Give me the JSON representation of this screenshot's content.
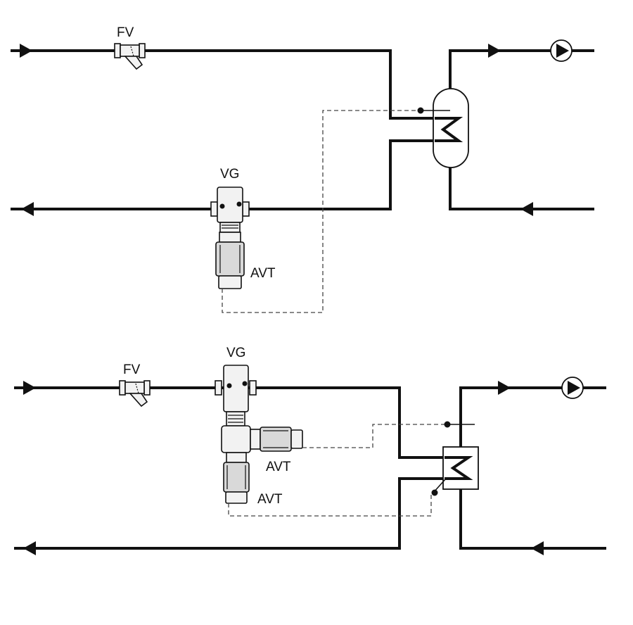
{
  "diagram_a": {
    "labels": {
      "strainer": "FV",
      "valve": "VG",
      "actuator": "AVT"
    }
  },
  "diagram_b": {
    "labels": {
      "strainer": "FV",
      "valve": "VG",
      "actuator_upper": "AVT",
      "actuator_lower": "AVT"
    }
  },
  "icons": [
    "flow-arrow-icon",
    "strainer-icon",
    "control-valve-icon",
    "actuator-icon",
    "pump-icon",
    "storage-tank-heat-exchanger-icon",
    "plate-heat-exchanger-icon",
    "temperature-sensor-icon"
  ]
}
